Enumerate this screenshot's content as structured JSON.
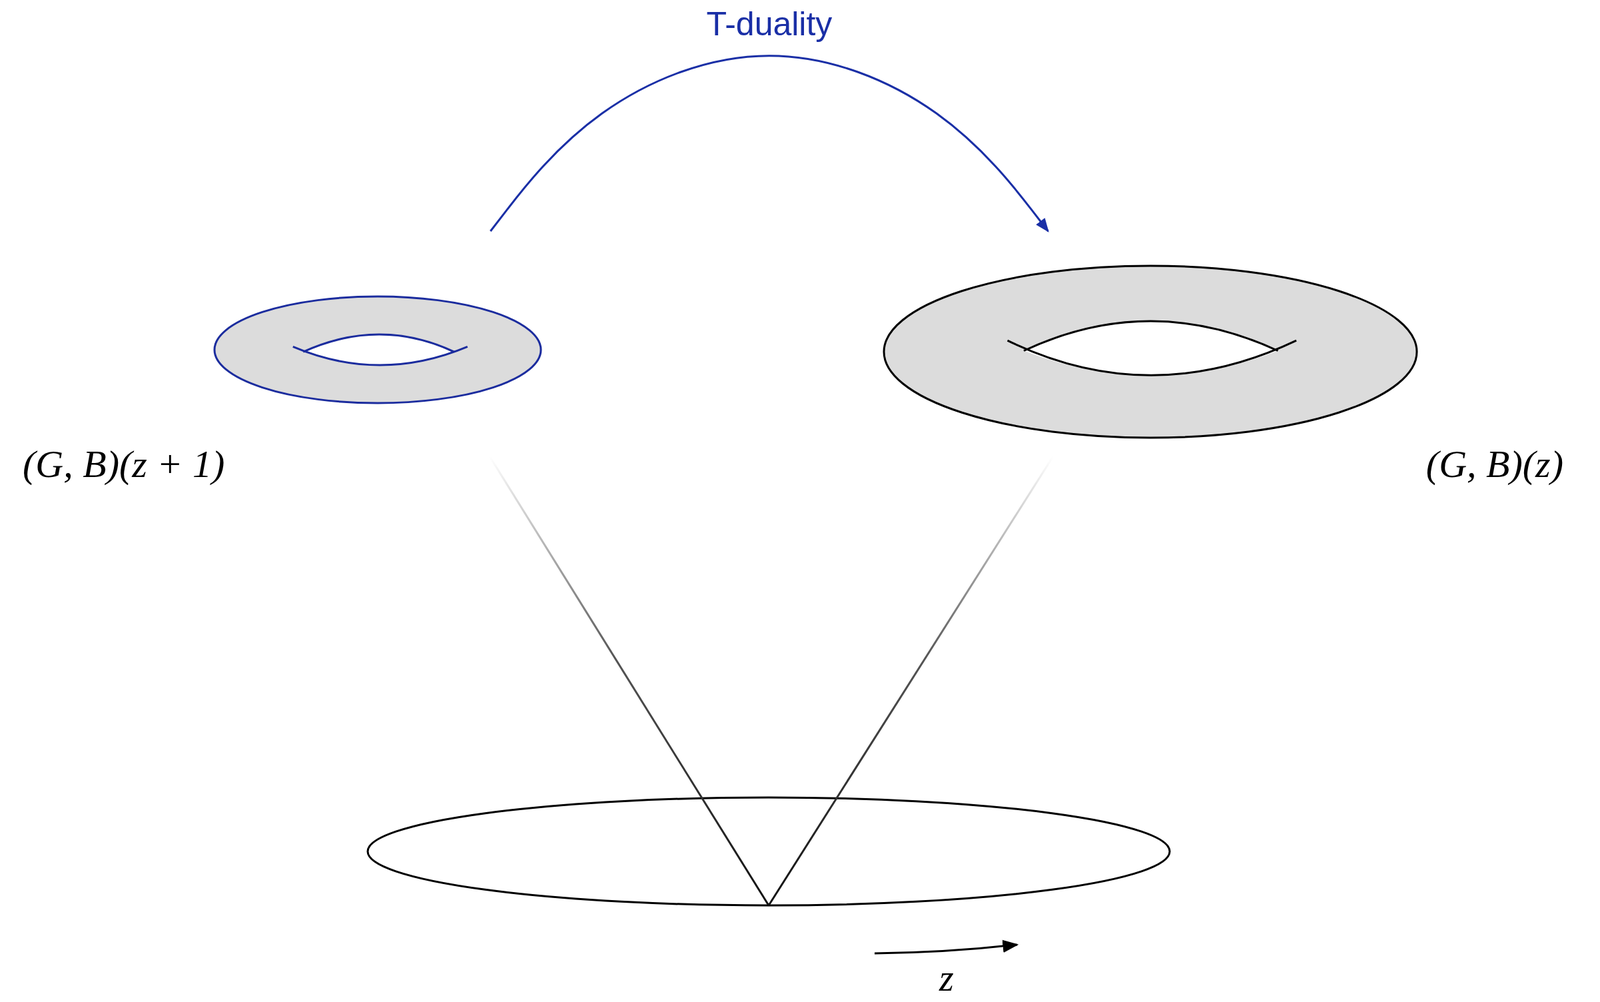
{
  "diagram": {
    "nodes": [
      {
        "text": [
          "(G, B)(z + 1)"
        ]
      },
      {
        "text": [
          "(G, B)(z)"
        ]
      }
    ],
    "edges": [
      {
        "from": 0,
        "to": 1,
        "arrow": "to",
        "label": "T-duality"
      }
    ],
    "labels": [
      "z"
    ]
  }
}
